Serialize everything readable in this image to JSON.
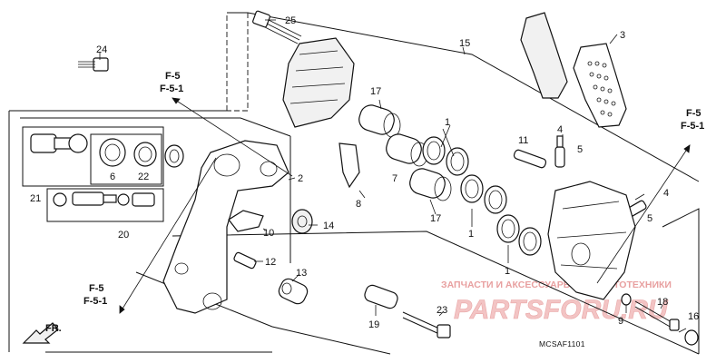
{
  "labels": {
    "p1a": "1",
    "p1b": "1",
    "p1c": "1",
    "p2": "2",
    "p3": "3",
    "p4a": "4",
    "p4b": "4",
    "p5a": "5",
    "p5b": "5",
    "p5c": "15",
    "p6": "6",
    "p7": "7",
    "p8": "8",
    "p9": "9",
    "p10": "10",
    "p11": "11",
    "p12": "12",
    "p13": "13",
    "p14": "14",
    "p16": "16",
    "p17a": "17",
    "p17b": "17",
    "p18": "18",
    "p19": "19",
    "p20": "20",
    "p21": "21",
    "p22": "22",
    "p23": "23",
    "p24": "24",
    "p25": "25"
  },
  "references": {
    "ref_left_top_a": "F-5",
    "ref_left_top_b": "F-5-1",
    "ref_left_bottom_a": "F-5",
    "ref_left_bottom_b": "F-5-1",
    "ref_right_a": "F-5",
    "ref_right_b": "F-5-1"
  },
  "direction": {
    "label": "FR."
  },
  "diagram_code": "MCSAF1101",
  "watermark": {
    "tagline": "ЗАПЧАСТИ И АКСЕССУАРЫ ДЛЯ МОТОТЕХНИКИ",
    "brand": "PARTSFORU.RU"
  },
  "colors": {
    "line": "#111111",
    "watermark": "#e9a8a8"
  }
}
